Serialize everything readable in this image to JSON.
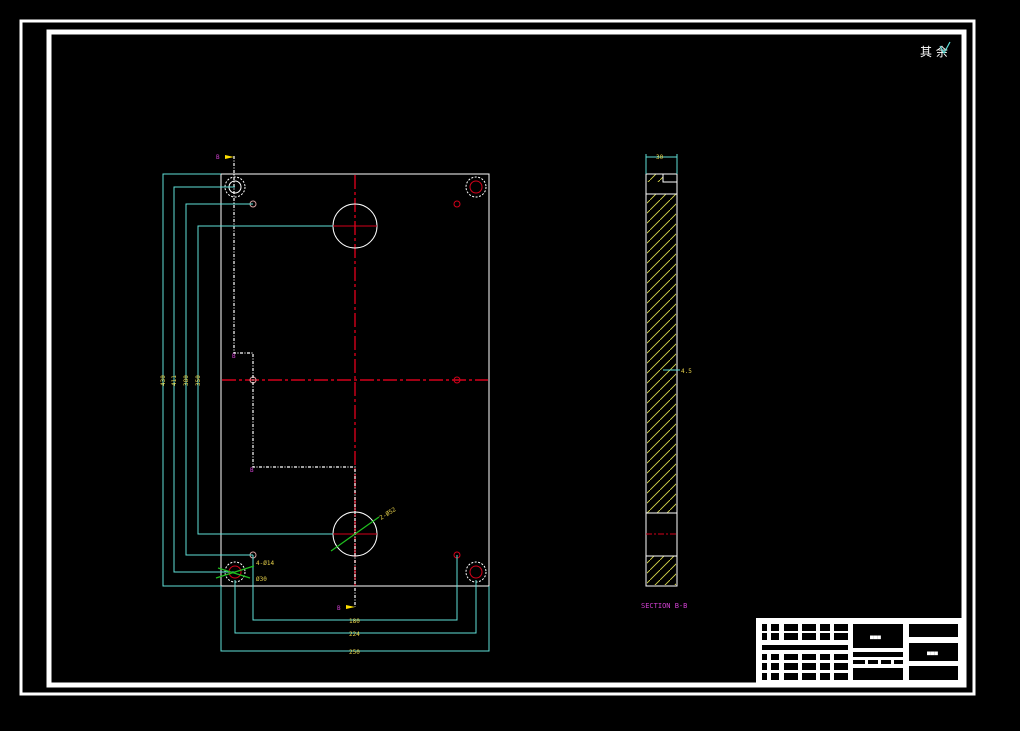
{
  "colors": {
    "background": "#000000",
    "outline": "#ffffff",
    "centerline": "#d4001a",
    "dimension": "#5fe0d8",
    "dimension_text": "#e8d24a",
    "section_label": "#d040d0",
    "hatch": "#d8d84a",
    "leader": "#20c020",
    "cut_marker": "#ffe000"
  },
  "corner_note": "其 余",
  "section": {
    "label": "SECTION B-B",
    "cut_marker_label": "B",
    "top_dim": "30",
    "step_dim": "4.5"
  },
  "plan_view": {
    "vertical_dims": [
      "430",
      "411",
      "380",
      "350"
    ],
    "horizontal_dims": [
      "180",
      "224",
      "250"
    ],
    "hole_callouts": [
      "2-Ø52",
      "4-Ø14",
      "Ø30"
    ]
  },
  "title_block": {
    "name_box": "■■■",
    "scale_box": "■■■"
  }
}
